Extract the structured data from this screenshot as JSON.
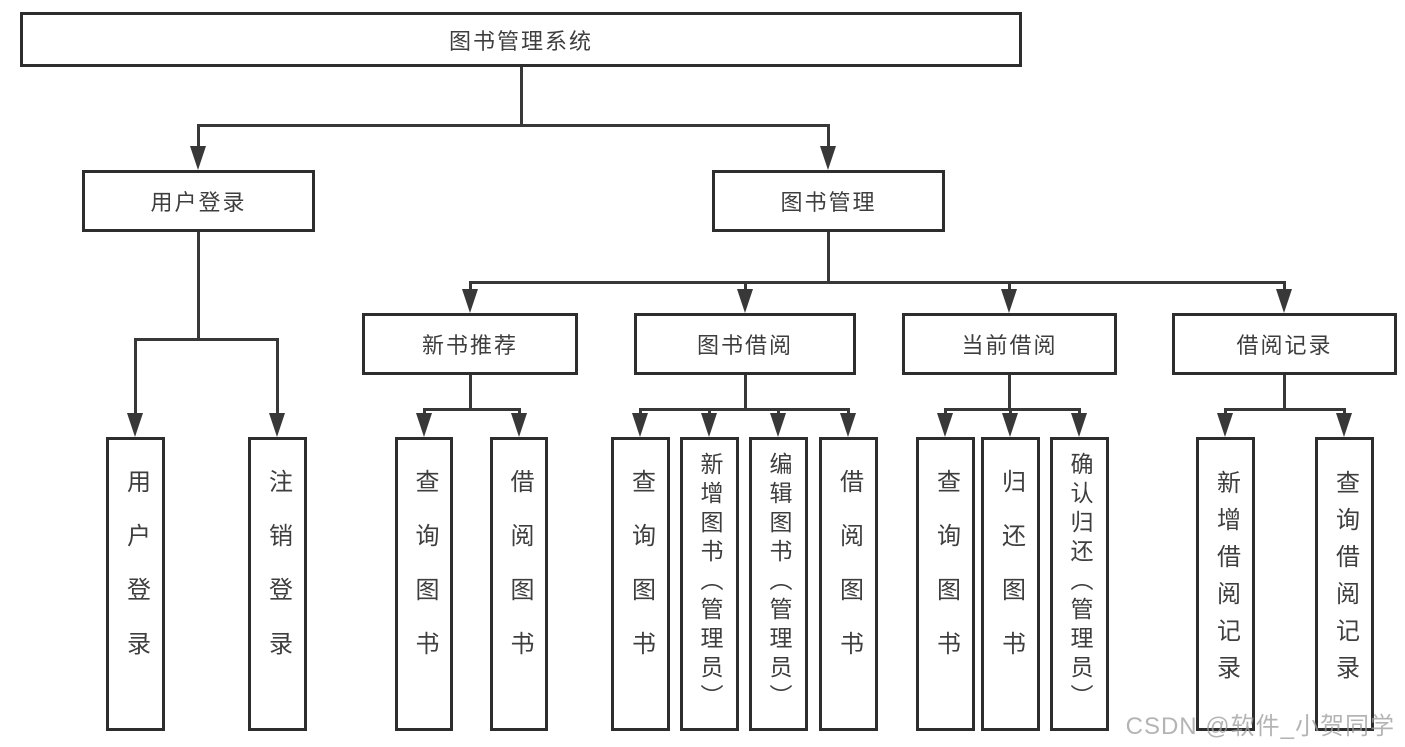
{
  "diagram_type": "hierarchy-flowchart",
  "tree": {
    "label": "图书管理系统",
    "children": [
      {
        "label": "用户登录",
        "children": [
          {
            "label": "用户登录"
          },
          {
            "label": "注销登录"
          }
        ]
      },
      {
        "label": "图书管理",
        "children": [
          {
            "label": "新书推荐",
            "children": [
              {
                "label": "查询图书"
              },
              {
                "label": "借阅图书"
              }
            ]
          },
          {
            "label": "图书借阅",
            "children": [
              {
                "label": "查询图书"
              },
              {
                "label": "新增图书（管理员）"
              },
              {
                "label": "编辑图书（管理员）"
              },
              {
                "label": "借阅图书"
              }
            ]
          },
          {
            "label": "当前借阅",
            "children": [
              {
                "label": "查询图书"
              },
              {
                "label": "归还图书"
              },
              {
                "label": "确认归还（管理员）"
              }
            ]
          },
          {
            "label": "借阅记录",
            "children": [
              {
                "label": "新增借阅记录"
              },
              {
                "label": "查询借阅记录"
              }
            ]
          }
        ]
      }
    ]
  },
  "watermark": {
    "text": "CSDN @软件_小贺同学"
  },
  "colors": {
    "line": "#383838",
    "box_border": "#2d2d2d",
    "text": "#3e3e3e",
    "watermark": "#9c9c9c",
    "background": "#ffffff"
  }
}
